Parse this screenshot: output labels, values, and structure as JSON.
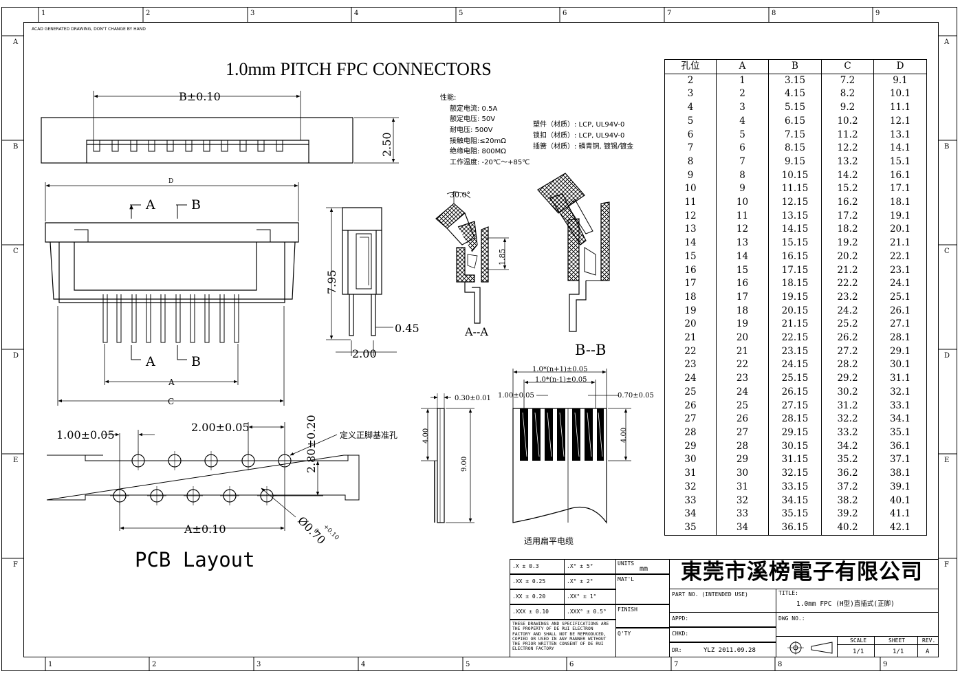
{
  "header_note": "ACAD GENERATED DRAWING, DON'T CHANGE BY HAND",
  "title": "1.0mm  PITCH  FPC CONNECTORS",
  "pcb_title": "PCB  Layout",
  "col_numbers": [
    "1",
    "2",
    "3",
    "4",
    "5",
    "6",
    "7",
    "8",
    "9"
  ],
  "row_letters": [
    "A",
    "B",
    "C",
    "D",
    "E",
    "F"
  ],
  "specs": {
    "heading": "性能:",
    "lines": [
      "额定电流: 0.5A",
      "额定电压: 50V",
      "耐电压: 500V",
      "接触电阻:≤20mΩ",
      "绝缘电阻: 800MΩ",
      "工作温度: -20℃～+85℃"
    ],
    "materials": [
      "塑件（材质）: LCP, UL94V-0",
      "锁扣（材质）: LCP, UL94V-0",
      "插簧（材质）: 磷青铜, 镀锡/镀金"
    ]
  },
  "dims": {
    "b_tol": "B±0.10",
    "h250": "2.50",
    "d": "D",
    "sec_a": "A",
    "sec_b": "B",
    "a": "A",
    "c": "C",
    "h795": "7.95",
    "d045": "0.45",
    "d200": "2.00",
    "angle": "30.0°",
    "d185": "1.85",
    "aa": "A--A",
    "bb": "B--B",
    "pitch1": "1.00±0.05",
    "pitch2": "2.00±0.05",
    "row_gap": "2.80±0.20",
    "ref_hole": "定义正脚基准孔",
    "a_tol": "A±0.10",
    "hole": "Ø0.70",
    "hole_tol_up": "+0.10",
    "hole_tol_dn": "0",
    "thick": "0.30±0.01",
    "fpc400": "4.00",
    "fpc900": "9.00",
    "n_plus": "1.0*(n+1)±0.05",
    "n_minus": "1.0*(n-1)±0.05",
    "fpc_pitch": "1.00±0.05",
    "fpc_w": "0.70±0.05",
    "fpc_h400": "4.00",
    "fpc_caption": "适用扁平电缆"
  },
  "table": {
    "headers": [
      "孔位",
      "A",
      "B",
      "C",
      "D"
    ],
    "rows": [
      [
        "2",
        "1",
        "3.15",
        "7.2",
        "9.1"
      ],
      [
        "3",
        "2",
        "4.15",
        "8.2",
        "10.1"
      ],
      [
        "4",
        "3",
        "5.15",
        "9.2",
        "11.1"
      ],
      [
        "5",
        "4",
        "6.15",
        "10.2",
        "12.1"
      ],
      [
        "6",
        "5",
        "7.15",
        "11.2",
        "13.1"
      ],
      [
        "7",
        "6",
        "8.15",
        "12.2",
        "14.1"
      ],
      [
        "8",
        "7",
        "9.15",
        "13.2",
        "15.1"
      ],
      [
        "9",
        "8",
        "10.15",
        "14.2",
        "16.1"
      ],
      [
        "10",
        "9",
        "11.15",
        "15.2",
        "17.1"
      ],
      [
        "11",
        "10",
        "12.15",
        "16.2",
        "18.1"
      ],
      [
        "12",
        "11",
        "13.15",
        "17.2",
        "19.1"
      ],
      [
        "13",
        "12",
        "14.15",
        "18.2",
        "20.1"
      ],
      [
        "14",
        "13",
        "15.15",
        "19.2",
        "21.1"
      ],
      [
        "15",
        "14",
        "16.15",
        "20.2",
        "22.1"
      ],
      [
        "16",
        "15",
        "17.15",
        "21.2",
        "23.1"
      ],
      [
        "17",
        "16",
        "18.15",
        "22.2",
        "24.1"
      ],
      [
        "18",
        "17",
        "19.15",
        "23.2",
        "25.1"
      ],
      [
        "19",
        "18",
        "20.15",
        "24.2",
        "26.1"
      ],
      [
        "20",
        "19",
        "21.15",
        "25.2",
        "27.1"
      ],
      [
        "21",
        "20",
        "22.15",
        "26.2",
        "28.1"
      ],
      [
        "22",
        "21",
        "23.15",
        "27.2",
        "29.1"
      ],
      [
        "23",
        "22",
        "24.15",
        "28.2",
        "30.1"
      ],
      [
        "24",
        "23",
        "25.15",
        "29.2",
        "31.1"
      ],
      [
        "25",
        "24",
        "26.15",
        "30.2",
        "32.1"
      ],
      [
        "26",
        "25",
        "27.15",
        "31.2",
        "33.1"
      ],
      [
        "27",
        "26",
        "28.15",
        "32.2",
        "34.1"
      ],
      [
        "28",
        "27",
        "29.15",
        "33.2",
        "35.1"
      ],
      [
        "29",
        "28",
        "30.15",
        "34.2",
        "36.1"
      ],
      [
        "30",
        "29",
        "31.15",
        "35.2",
        "37.1"
      ],
      [
        "31",
        "30",
        "32.15",
        "36.2",
        "38.1"
      ],
      [
        "32",
        "31",
        "33.15",
        "37.2",
        "39.1"
      ],
      [
        "33",
        "32",
        "34.15",
        "38.2",
        "40.1"
      ],
      [
        "34",
        "33",
        "35.15",
        "39.2",
        "41.1"
      ],
      [
        "35",
        "34",
        "36.15",
        "40.2",
        "42.1"
      ]
    ]
  },
  "title_block": {
    "tol_lin": [
      ".X  ±  0.3",
      ".XX  ±  0.25",
      ".XX  ±  0.20",
      ".XXX  ±  0.10"
    ],
    "tol_ang": [
      ".X°  ±  5°",
      ".X°  ±  2°",
      ".XX°  ±  1°",
      ".XXX°  ±  0.5°"
    ],
    "units_label": "UNITS",
    "units_value": "mm",
    "matl": "MAT'L",
    "finish": "FINISH",
    "qty": "Q'TY",
    "notice": [
      "THESE DRAWINGS AND SPECIFICATIONS ARE",
      "THE PROPERTY OF DE RUI ELECTRON",
      "FACTORY AND SHALL NOT BE REPRODUCED,",
      "COPIED OR USED IN ANY MANNER WITHOUT",
      "THE PRIOR WRITTEN CONSENT OF DE RUI",
      "ELECTRON FACTORY"
    ],
    "company": "東莞市溪榜電子有限公司",
    "part_no_label": "PART NO. (INTENDED USE)",
    "title_label": "TITLE:",
    "title_value": "1.0mm  FPC  (H型)直插式(正脚)",
    "appd": "APPD:",
    "chkd": "CHKD:",
    "dr": "DR:",
    "dr_value": "YLZ  2011.09.28",
    "dwg_no": "DWG NO.:",
    "scale_label": "SCALE",
    "scale_value": "1/1",
    "sheet_label": "SHEET",
    "sheet_value": "1/1",
    "rev_label": "REV.",
    "rev_value": "A"
  }
}
